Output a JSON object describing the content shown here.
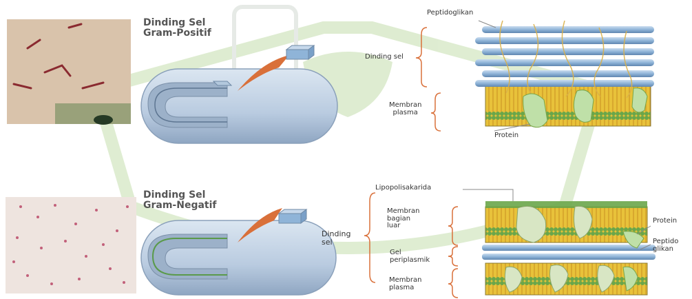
{
  "gram_positive": {
    "title": "Dinding Sel\nGram-Positif",
    "labels": {
      "peptidoglycan": "Peptidoglikan",
      "cell_wall": "Dinding sel",
      "plasma_membrane": "Membran\nplasma",
      "protein": "Protein"
    }
  },
  "gram_negative": {
    "title": "Dinding Sel\nGram-Negatif",
    "labels": {
      "lipopolysaccharide": "Lipopolisakarida",
      "cell_wall": "Dinding\nsel",
      "outer_membrane": "Membran\nbagian\nluar",
      "periplasmic_gel": "Gel\nperiplasmik",
      "plasma_membrane": "Membran\nplasma",
      "protein": "Protein",
      "peptidoglycan": "Peptido\nglikan"
    }
  },
  "colors": {
    "watermark_green": "#7fb64a",
    "tube_blue": "#8fb4d8",
    "membrane_yellow": "#e8c23a",
    "membrane_green": "#6aa64a",
    "pointer_orange": "#d9703a",
    "micrograph_tan": "#d9c3ab"
  }
}
